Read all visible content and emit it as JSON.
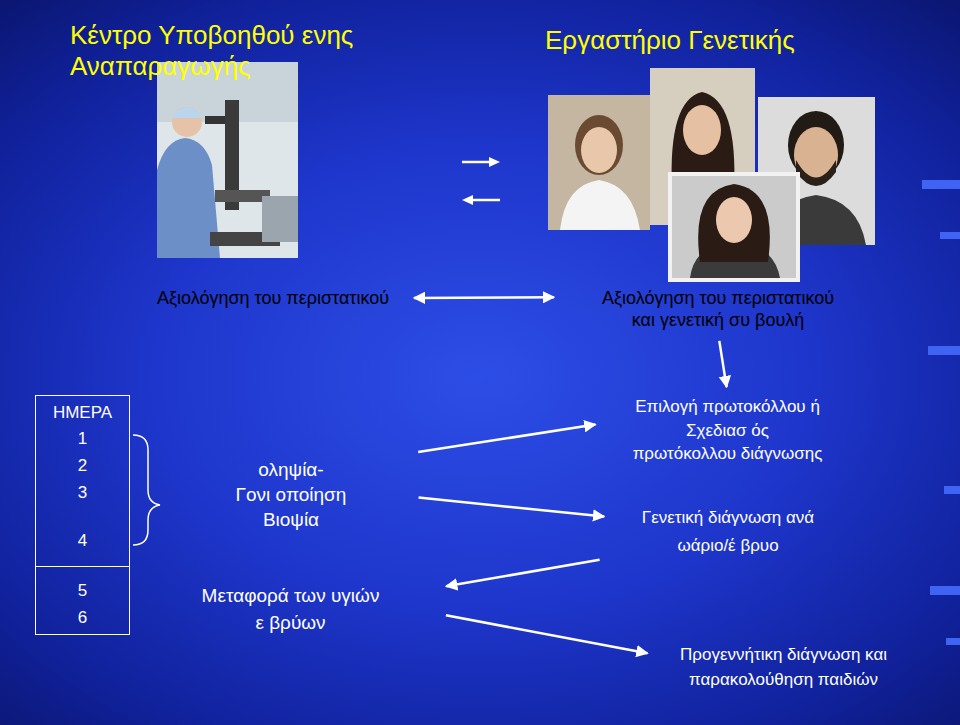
{
  "diagram": {
    "nodes": [
      {
        "text": [
          "Αξιολόγηση του περιστατικού"
        ]
      },
      {
        "text": [
          "Αξιολόγηση του περιστατικού και γενετική συ βουλή"
        ]
      },
      {
        "text": [
          "ΗΜΕΡΑ",
          "1",
          "2",
          "3",
          "4",
          "5",
          "6"
        ]
      },
      {
        "text": [
          "οληψία-",
          "Γονι οποίηση",
          "Βιοψία"
        ]
      },
      {
        "text": [
          "Μεταφορά των υγιών ε βρύων"
        ]
      },
      {
        "text": [
          "Επιλογή πρωτοκόλλου ή Σχεδιασ ός πρωτόκολλου διάγνωσης"
        ]
      },
      {
        "text": [
          "Γενετική διάγνωση ανά ωάριο/έ βρυο"
        ]
      },
      {
        "text": [
          "Προγεννήτικη διάγνωση και παρακολούθηση παιδιών"
        ]
      }
    ],
    "edges": [
      {
        "from": 0,
        "to": 1,
        "arrow": "both"
      },
      {
        "from": 1,
        "to": 5,
        "arrow": "to"
      },
      {
        "from": 3,
        "to": 5,
        "arrow": "to"
      },
      {
        "from": 3,
        "to": 6,
        "arrow": "to"
      },
      {
        "from": 6,
        "to": 4,
        "arrow": "to"
      },
      {
        "from": 4,
        "to": 7,
        "arrow": "to"
      }
    ],
    "labels": [
      "Κέντρο Υποβοηθού ενης Αναπαραγωγής",
      "Εργαστήριο Γενετικής"
    ]
  }
}
